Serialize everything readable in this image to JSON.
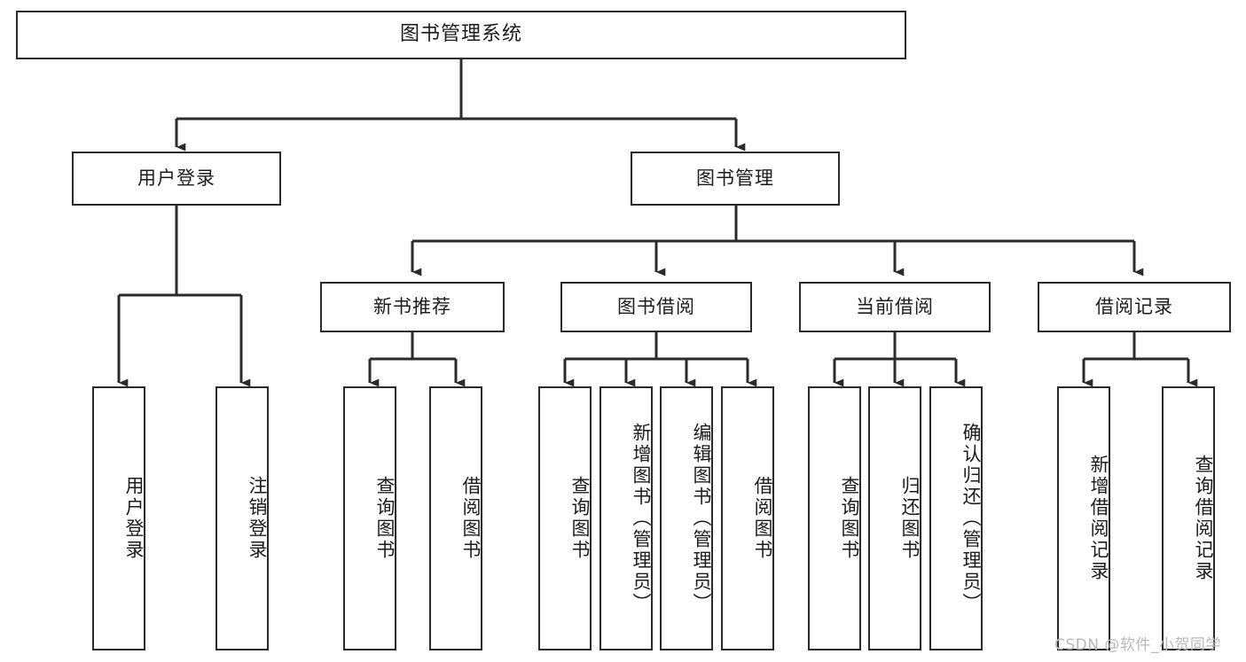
{
  "diagram": {
    "title": "图书管理系统",
    "type": "tree-hierarchy-chart",
    "watermark": "CSDN @软件_小贺同学",
    "colors": {
      "node_border": "#2b2b2b",
      "node_fill": "#ffffff",
      "edge": "#2b2b2b",
      "text": "#1c1c1c",
      "watermark": "#b9b9b9",
      "background": "#ffffff"
    },
    "nodes": {
      "root": {
        "label": "图书管理系统"
      },
      "level2": [
        {
          "id": "user-login",
          "label": "用户登录"
        },
        {
          "id": "book-manage",
          "label": "图书管理"
        }
      ],
      "level3": [
        {
          "id": "new-book-recommend",
          "label": "新书推荐"
        },
        {
          "id": "book-borrow",
          "label": "图书借阅"
        },
        {
          "id": "current-borrow",
          "label": "当前借阅"
        },
        {
          "id": "borrow-record",
          "label": "借阅记录"
        }
      ],
      "leaves": {
        "user_login": [
          {
            "id": "leaf-user-login",
            "label": "用户登录"
          },
          {
            "id": "leaf-logout-login",
            "label": "注销登录"
          }
        ],
        "new_book_recommend": [
          {
            "id": "leaf-query-book-1",
            "label": "查询图书"
          },
          {
            "id": "leaf-borrow-book-1",
            "label": "借阅图书"
          }
        ],
        "book_borrow": [
          {
            "id": "leaf-query-book-2",
            "label": "查询图书"
          },
          {
            "id": "leaf-add-book",
            "label": "新增图书（管理员）"
          },
          {
            "id": "leaf-edit-book",
            "label": "编辑图书（管理员）"
          },
          {
            "id": "leaf-borrow-book-2",
            "label": "借阅图书"
          }
        ],
        "current_borrow": [
          {
            "id": "leaf-query-book-3",
            "label": "查询图书"
          },
          {
            "id": "leaf-return-book",
            "label": "归还图书"
          },
          {
            "id": "leaf-confirm-return",
            "label": "确认归还（管理员）"
          }
        ],
        "borrow_record": [
          {
            "id": "leaf-add-record",
            "label": "新增借阅记录"
          },
          {
            "id": "leaf-query-record",
            "label": "查询借阅记录"
          }
        ]
      }
    }
  }
}
